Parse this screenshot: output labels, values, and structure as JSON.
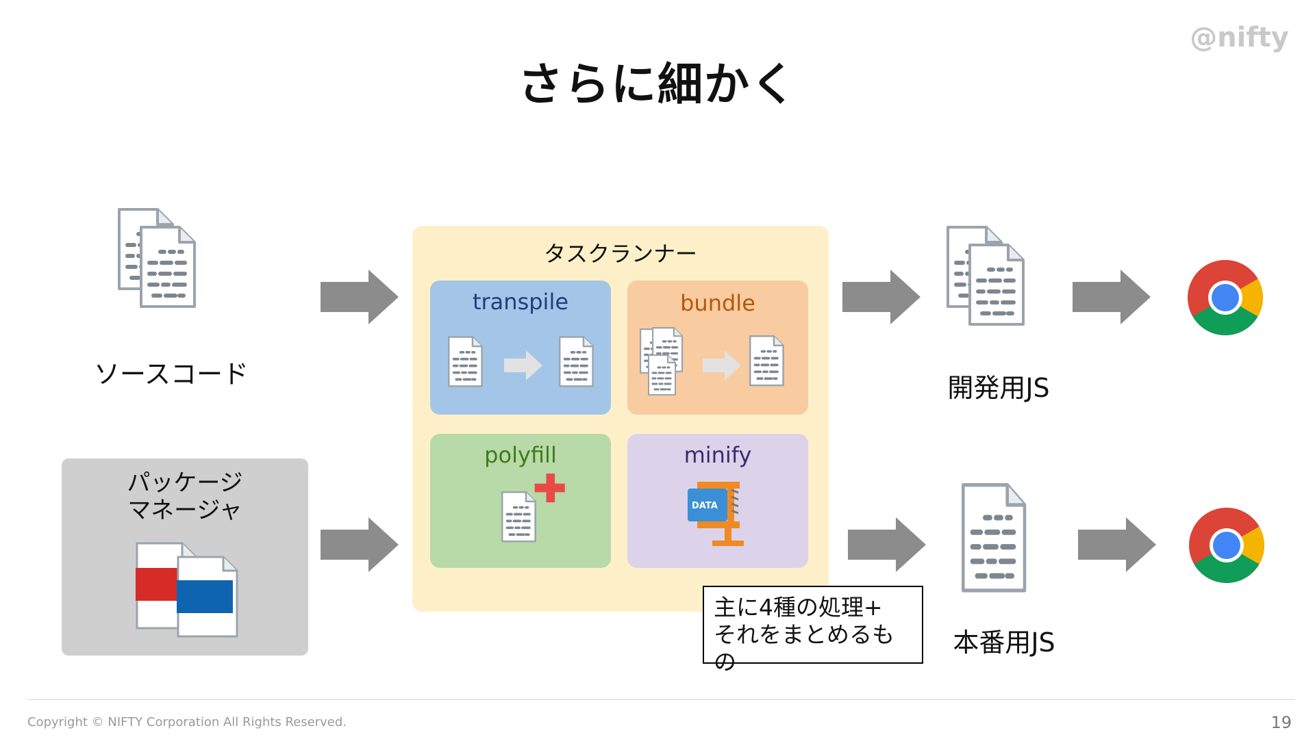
{
  "slide": {
    "title": "さらに細かく",
    "logo": "@nifty",
    "page_number": "19",
    "copyright": "Copyright © NIFTY Corporation All Rights Reserved."
  },
  "diagram": {
    "source_label": "ソースコード",
    "package_manager_label_line1": "パッケージ",
    "package_manager_label_line2": "マネージャ",
    "task_runner_label": "タスクランナー",
    "tasks": [
      {
        "label": "transpile",
        "color": "#a3c6e8",
        "text_color": "#1f3f7a"
      },
      {
        "label": "bundle",
        "color": "#f8cba0",
        "text_color": "#b4580c"
      },
      {
        "label": "polyfill",
        "color": "#b8d9a8",
        "text_color": "#3f7a1c"
      },
      {
        "label": "minify",
        "color": "#dcd3ea",
        "text_color": "#3d2a6e"
      }
    ],
    "dev_js_label": "開発用JS",
    "prod_js_label": "本番用JS",
    "data_label": "DATA",
    "note_line1": "主に4種の処理+",
    "note_line2": "それをまとめるもの"
  }
}
